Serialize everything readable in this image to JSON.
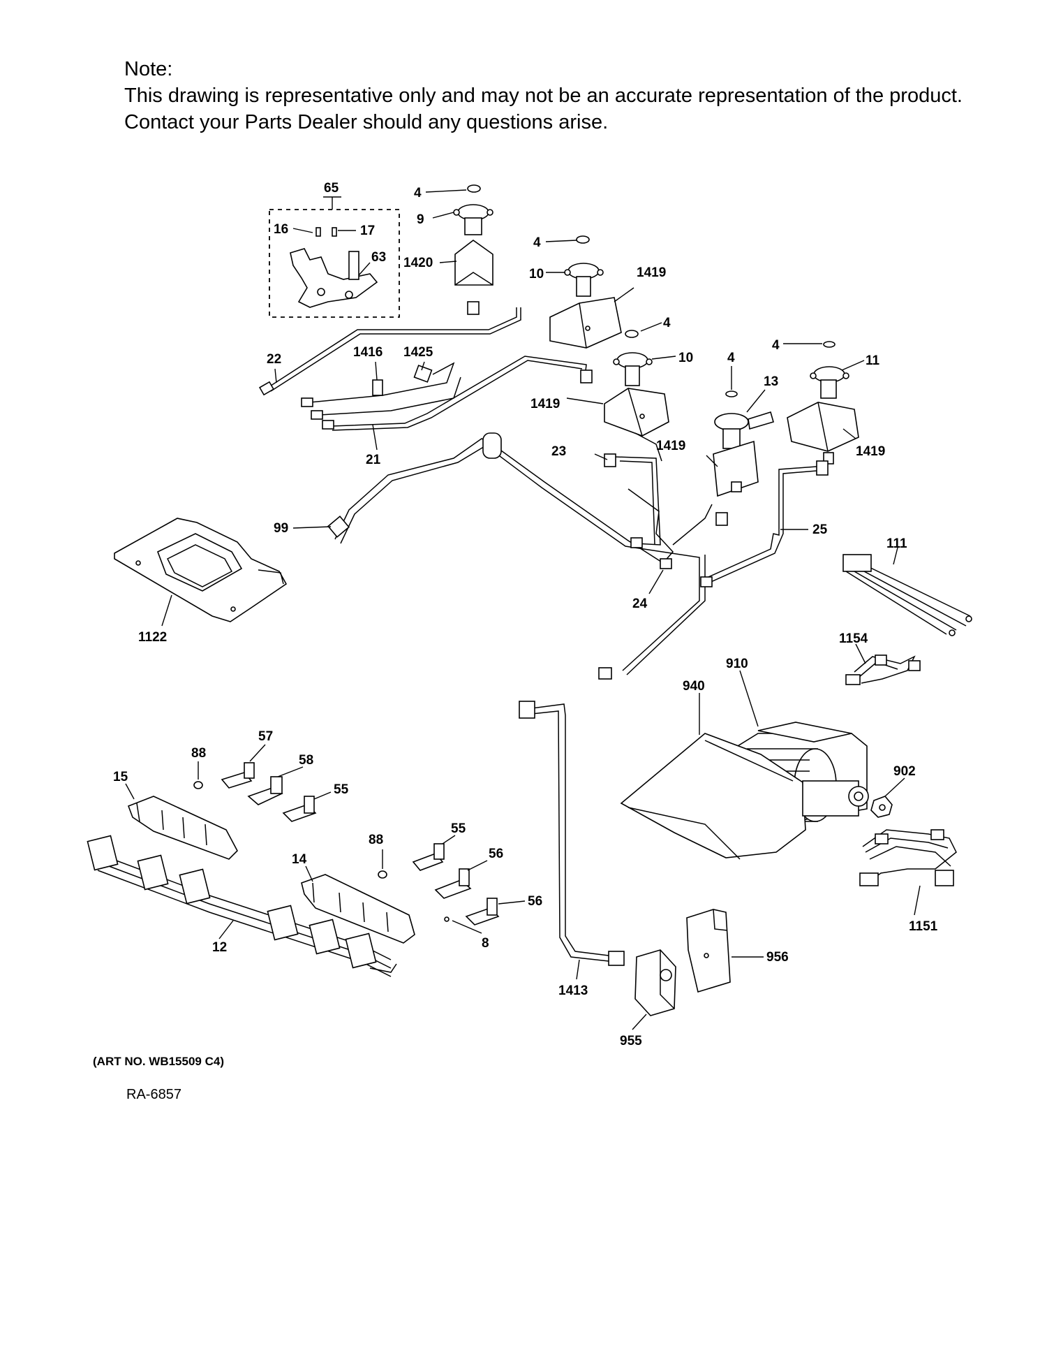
{
  "note": {
    "heading": "Note:",
    "line1": "This drawing is representative only and may not be an accurate representation of the product.",
    "line2": "Contact your Parts Dealer should any questions arise."
  },
  "footer": {
    "art_number": "(ART NO. WB15509 C4)",
    "ra_number": "RA-6857"
  },
  "labels": {
    "p65": "65",
    "p16": "16",
    "p17": "17",
    "p63": "63",
    "p4a": "4",
    "p9": "9",
    "p1420": "1420",
    "p4b": "4",
    "p10a": "10",
    "p1419a": "1419",
    "p4c": "4",
    "p10b": "10",
    "p4d": "4",
    "p13": "13",
    "p4e": "4",
    "p11": "11",
    "p1419b": "1419",
    "p1419c": "1419",
    "p1419d": "1419",
    "p22": "22",
    "p1416": "1416",
    "p1425": "1425",
    "p21": "21",
    "p23": "23",
    "p99": "99",
    "p25": "25",
    "p24": "24",
    "p111": "111",
    "p1122": "1122",
    "p1154": "1154",
    "p910": "910",
    "p940": "940",
    "p902": "902",
    "p1151": "1151",
    "p88a": "88",
    "p57": "57",
    "p58": "58",
    "p55a": "55",
    "p15": "15",
    "p88b": "88",
    "p55b": "55",
    "p56a": "56",
    "p56b": "56",
    "p14": "14",
    "p12": "12",
    "p8": "8",
    "p1413": "1413",
    "p955": "955",
    "p956": "956"
  }
}
